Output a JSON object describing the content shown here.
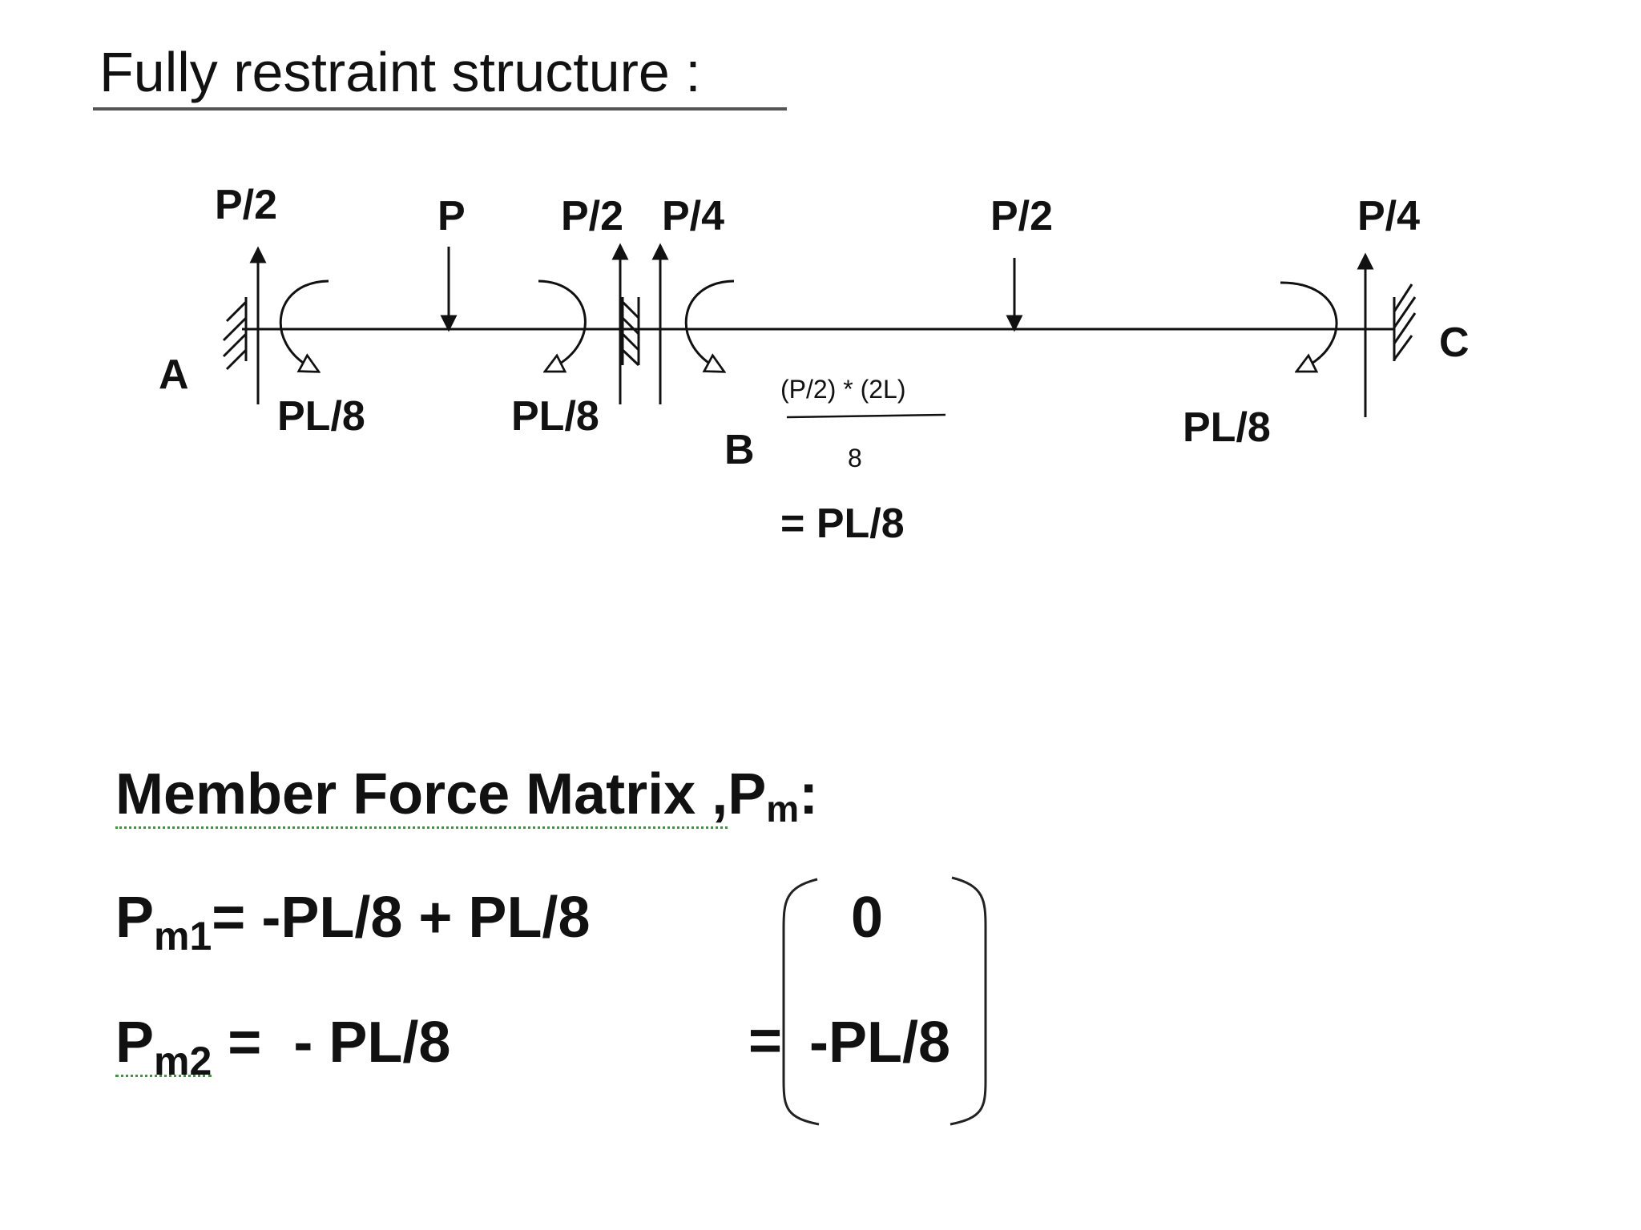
{
  "title": "Fully restraint structure :",
  "diagram": {
    "node_labels": {
      "a": "A",
      "b": "B",
      "c": "C"
    },
    "forces": {
      "a_reaction": "P/2",
      "load_ab": "P",
      "b_left_reaction": "P/2",
      "b_right_reaction": "P/4",
      "load_bc": "P/2",
      "c_reaction": "P/4"
    },
    "moments": {
      "a": "PL/8",
      "b_left": "PL/8",
      "c": "PL/8"
    },
    "b_right_moment": {
      "numerator": "(P/2) * (2L)",
      "denominator": "8",
      "result": "= PL/8"
    }
  },
  "member_force": {
    "heading": "Member Force Matrix ,",
    "heading_symbol": "P",
    "heading_sub": "m",
    "heading_colon": ":",
    "rows": [
      {
        "symbol": "P",
        "sub": "m1",
        "expr": "= -PL/8 + PL/8"
      },
      {
        "symbol": "P",
        "sub": "m2",
        "expr": " =  - PL/8"
      }
    ],
    "matrix_equals": "=",
    "matrix": [
      "0",
      "-PL/8"
    ]
  }
}
